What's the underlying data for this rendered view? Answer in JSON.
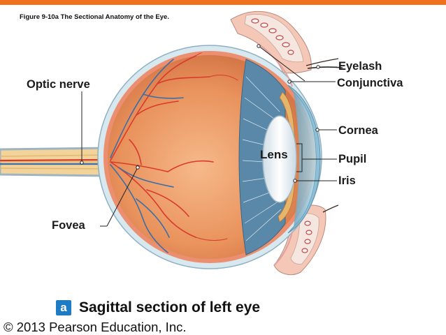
{
  "figure_title": "Figure 9-10a  The Sectional Anatomy of the Eye.",
  "labels": {
    "eyelash": "Eyelash",
    "conjunctiva": "Conjunctiva",
    "optic_nerve": "Optic nerve",
    "cornea": "Cornea",
    "lens": "Lens",
    "pupil": "Pupil",
    "iris": "Iris",
    "fovea": "Fovea"
  },
  "badge": "a",
  "caption": "Sagittal section of left eye",
  "copyright": "© 2013 Pearson Education, Inc.",
  "colors": {
    "accent_bar": "#f2711c",
    "sclera": "#d7e8ef",
    "choroid": "#eb8f70",
    "retina": "#d9834d",
    "artery": "#d93a2c",
    "vein": "#3b6ea8",
    "ciliary": "#5a88a8",
    "lens": "#dfeaf0",
    "cornea": "#9ac6d9",
    "badge": "#1e7bc4"
  }
}
